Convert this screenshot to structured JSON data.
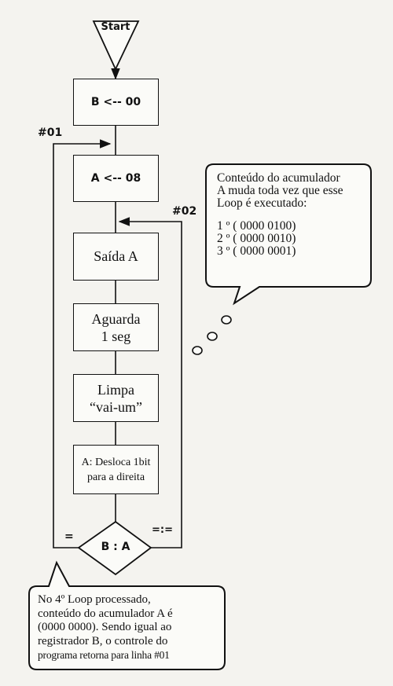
{
  "flowchart": {
    "start": "Start",
    "steps": [
      "B <-- 00",
      "A <-- 08",
      "Saída A",
      "Aguarda\n1 seg",
      "Limpa\n“vai-um”",
      "A: Desloca 1bit\npara a direita"
    ],
    "decision": "B : A",
    "decision_equal_label": "=",
    "decision_notequal_label": "=:=",
    "loop_labels": {
      "loop1": "#01",
      "loop2": "#02"
    }
  },
  "callouts": {
    "top": {
      "lines": [
        "Conteúdo do acumulador",
        "A muda toda vez que esse",
        "Loop é executado:",
        "",
        "1 º ( 0000 0100)",
        "2 º ( 0000 0010)",
        "3 º ( 0000 0001)"
      ]
    },
    "bottom": {
      "lines": [
        "No 4º Loop processado,",
        "conteúdo do acumulador A é",
        "(0000 0000). Sendo igual ao",
        "registrador B, o controle do",
        "programa retorna para linha #01"
      ]
    }
  }
}
